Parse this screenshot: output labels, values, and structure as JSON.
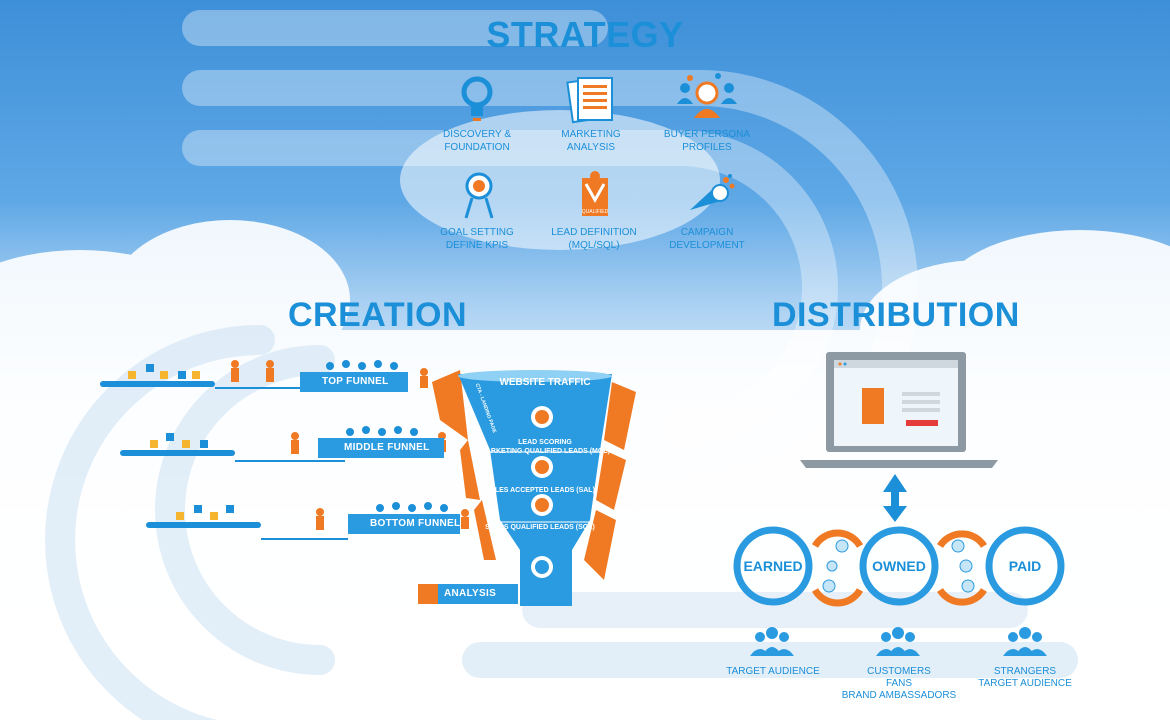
{
  "colors": {
    "brand_blue": "#1b8fd8",
    "accent_orange": "#f07a24",
    "panel_blue": "#2a9be0"
  },
  "strategy": {
    "title": "STRATEGY",
    "items": [
      {
        "icon": "lightbulb-icon",
        "line1": "DISCOVERY &",
        "line2": "FOUNDATION"
      },
      {
        "icon": "documents-icon",
        "line1": "MARKETING",
        "line2": "ANALYSIS"
      },
      {
        "icon": "persona-icon",
        "line1": "BUYER PERSONA",
        "line2": "PROFILES"
      },
      {
        "icon": "target-icon",
        "line1": "GOAL SETTING",
        "line2": "DEFINE KPIs"
      },
      {
        "icon": "qualified-badge-icon",
        "line1": "LEAD DEFINITION",
        "line2": "(MQL/SQL)",
        "badge": "QUALIFIED"
      },
      {
        "icon": "megaphone-icon",
        "line1": "CAMPAIGN",
        "line2": "DEVELOPMENT"
      }
    ]
  },
  "creation": {
    "title": "CREATION",
    "bars": [
      "TOP FUNNEL",
      "MIDDLE FUNNEL",
      "BOTTOM FUNNEL",
      "ANALYSIS"
    ],
    "funnel": {
      "title": "WEBSITE TRAFFIC",
      "side_text": "CTA - LANDING PAGE",
      "stage1_line1": "LEAD SCORING",
      "stage1_line2": "MARKETING QUALIFIED LEADS (MQL)",
      "stage2": "SALES ACCEPTED LEADS (SAL)",
      "stage3": "SALES QUALIFIED LEADS (SQL)"
    }
  },
  "distribution": {
    "title": "DISTRIBUTION",
    "circles": [
      "EARNED",
      "OWNED",
      "PAID"
    ],
    "audiences": [
      {
        "line1": "TARGET AUDIENCE"
      },
      {
        "line1": "CUSTOMERS",
        "line2": "FANS",
        "line3": "BRAND AMBASSADORS"
      },
      {
        "line1": "STRANGERS",
        "line2": "TARGET AUDIENCE"
      }
    ]
  }
}
